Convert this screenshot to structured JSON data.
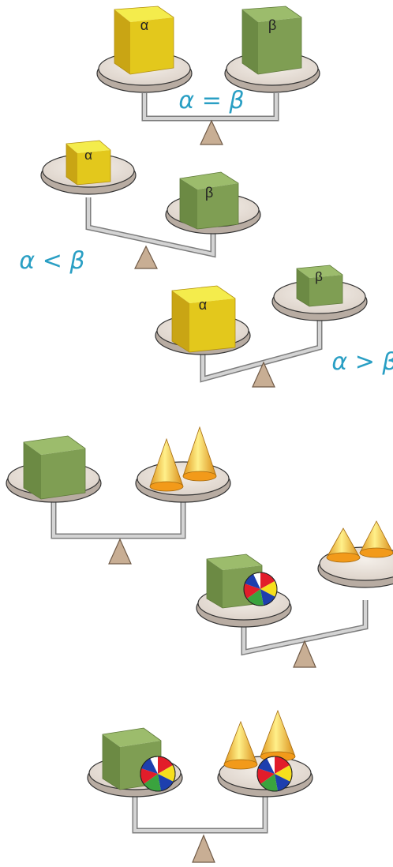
{
  "colors": {
    "yellow_top": "#f4ec4c",
    "yellow_front": "#e3c81c",
    "yellow_side": "#c9a514",
    "green_top": "#9cbc6c",
    "green_front": "#7f9e53",
    "green_side": "#6c8a44",
    "pan_top": "#ece6df",
    "pan_rim": "#c9beb5",
    "frame": "#c8c8c8",
    "frame_dark": "#7d7d7d",
    "pivot": "#c8ae94",
    "relation_text": "#2a9fc4",
    "cone_fill": "#f2c73a",
    "cone_base": "#f29a1a"
  },
  "labels": {
    "alpha": "α",
    "beta": "β"
  },
  "relations": {
    "equal": "α = β",
    "less": "α < β",
    "greater": "α > β"
  },
  "icons": [
    "cube-icon",
    "cone-icon",
    "beach-ball-icon",
    "balance-scale-icon"
  ]
}
